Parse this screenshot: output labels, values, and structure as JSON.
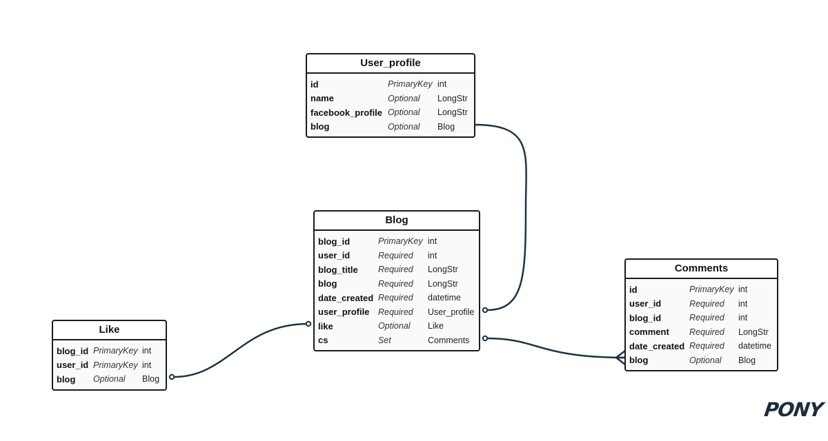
{
  "colors": {
    "connector": "#1d3344",
    "border": "#1a1a1a",
    "box_bg": "#fafafa"
  },
  "logo": {
    "text": "PONY"
  },
  "entities": {
    "user_profile": {
      "title": "User_profile",
      "attributes": [
        {
          "name": "id",
          "kind": "PrimaryKey",
          "type": "int"
        },
        {
          "name": "name",
          "kind": "Optional",
          "type": "LongStr"
        },
        {
          "name": "facebook_profile",
          "kind": "Optional",
          "type": "LongStr"
        },
        {
          "name": "blog",
          "kind": "Optional",
          "type": "Blog"
        }
      ]
    },
    "blog": {
      "title": "Blog",
      "attributes": [
        {
          "name": "blog_id",
          "kind": "PrimaryKey",
          "type": "int"
        },
        {
          "name": "user_id",
          "kind": "Required",
          "type": "int"
        },
        {
          "name": "blog_title",
          "kind": "Required",
          "type": "LongStr"
        },
        {
          "name": "blog",
          "kind": "Required",
          "type": "LongStr"
        },
        {
          "name": "date_created",
          "kind": "Required",
          "type": "datetime"
        },
        {
          "name": "user_profile",
          "kind": "Required",
          "type": "User_profile"
        },
        {
          "name": "like",
          "kind": "Optional",
          "type": "Like"
        },
        {
          "name": "cs",
          "kind": "Set",
          "type": "Comments"
        }
      ]
    },
    "like": {
      "title": "Like",
      "attributes": [
        {
          "name": "blog_id",
          "kind": "PrimaryKey",
          "type": "int"
        },
        {
          "name": "user_id",
          "kind": "PrimaryKey",
          "type": "int"
        },
        {
          "name": "blog",
          "kind": "Optional",
          "type": "Blog"
        }
      ]
    },
    "comments": {
      "title": "Comments",
      "attributes": [
        {
          "name": "id",
          "kind": "PrimaryKey",
          "type": "int"
        },
        {
          "name": "user_id",
          "kind": "Required",
          "type": "int"
        },
        {
          "name": "blog_id",
          "kind": "Required",
          "type": "int"
        },
        {
          "name": "comment",
          "kind": "Required",
          "type": "LongStr"
        },
        {
          "name": "date_created",
          "kind": "Required",
          "type": "datetime"
        },
        {
          "name": "blog",
          "kind": "Optional",
          "type": "Blog"
        }
      ]
    }
  }
}
